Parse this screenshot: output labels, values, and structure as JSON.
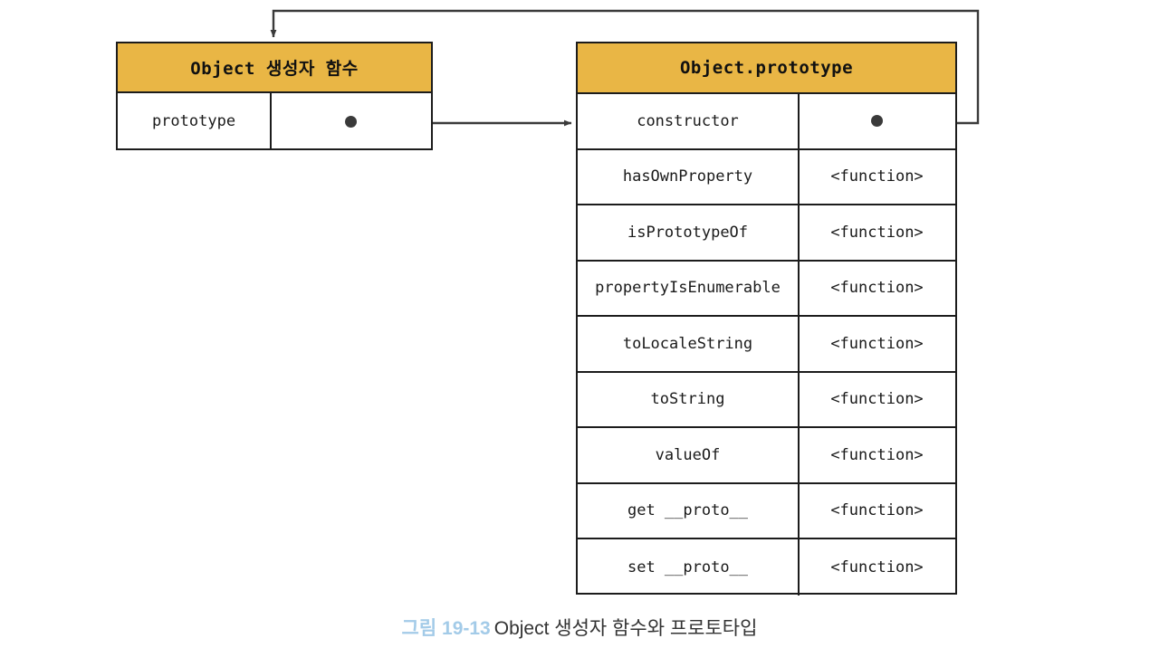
{
  "figure": {
    "caption_number": "그림 19-13",
    "caption_text": "Object 생성자 함수와 프로토타입"
  },
  "constructor_box": {
    "title": "Object 생성자 함수",
    "rows": [
      {
        "key": "prototype",
        "value": "",
        "value_kind": "reference-dot"
      }
    ]
  },
  "prototype_box": {
    "title": "Object.prototype",
    "rows": [
      {
        "key": "constructor",
        "value": "",
        "value_kind": "reference-dot"
      },
      {
        "key": "hasOwnProperty",
        "value": "<function>",
        "value_kind": "text"
      },
      {
        "key": "isPrototypeOf",
        "value": "<function>",
        "value_kind": "text"
      },
      {
        "key": "propertyIsEnumerable",
        "value": "<function>",
        "value_kind": "text"
      },
      {
        "key": "toLocaleString",
        "value": "<function>",
        "value_kind": "text"
      },
      {
        "key": "toString",
        "value": "<function>",
        "value_kind": "text"
      },
      {
        "key": "valueOf",
        "value": "<function>",
        "value_kind": "text"
      },
      {
        "key": "get __proto__",
        "value": "<function>",
        "value_kind": "text"
      },
      {
        "key": "set __proto__",
        "value": "<function>",
        "value_kind": "text"
      }
    ]
  },
  "colors": {
    "header_fill": "#e9b645",
    "border": "#1c1c1c",
    "connector": "#3a3a3a",
    "caption_number": "#a3cbe8",
    "caption_text": "#333333",
    "background": "#ffffff"
  },
  "connectors": [
    {
      "name": "prototype-to-object-prototype",
      "from": "constructor_box.rows.0.value",
      "to": "prototype_box.title_row_left_edge",
      "arrowhead": "end"
    },
    {
      "name": "constructor-to-object-constructor-function",
      "from": "prototype_box.rows.0.value",
      "to": "constructor_box.top_edge",
      "arrowhead": "end"
    }
  ]
}
